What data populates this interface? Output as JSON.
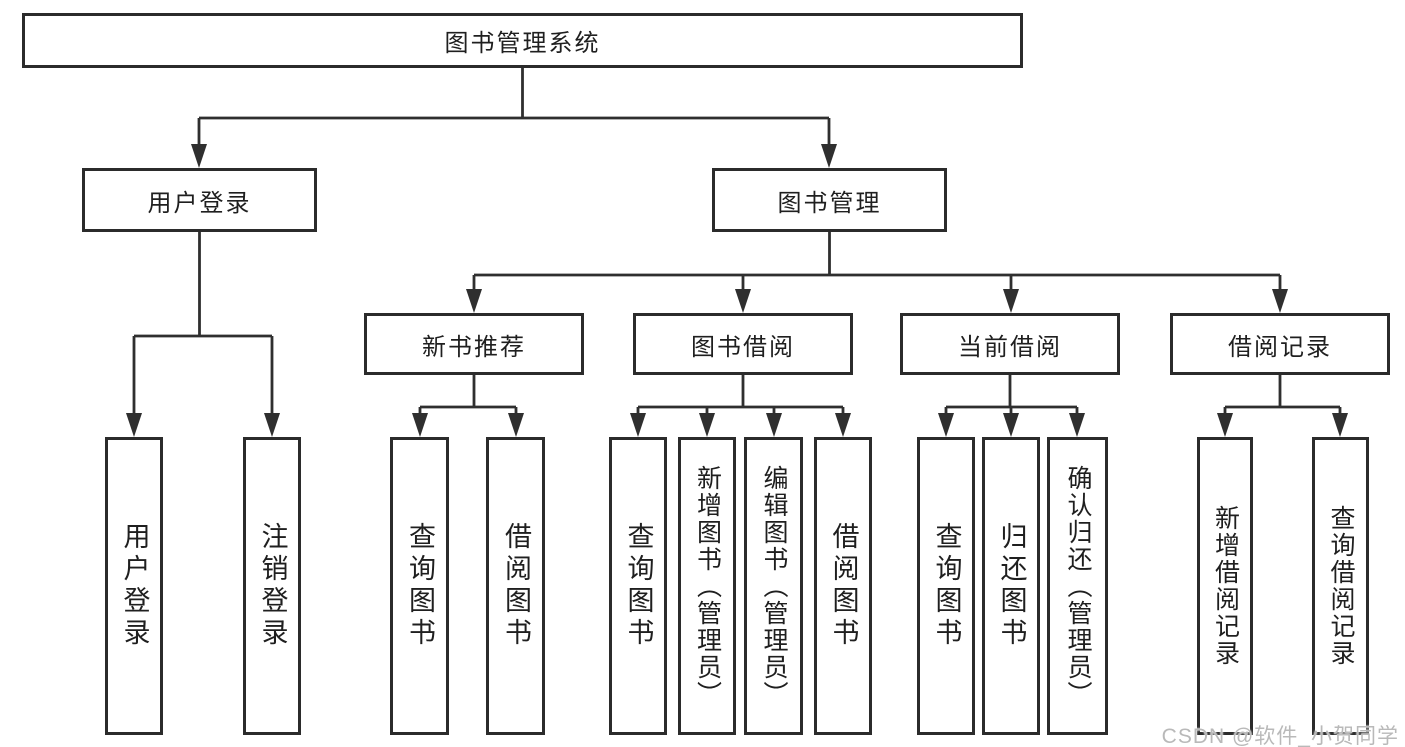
{
  "diagram": {
    "title": "图书管理系统",
    "type": "hierarchy-tree",
    "tree": {
      "label": "图书管理系统",
      "children": [
        {
          "label": "用户登录",
          "children": [
            {
              "label": "用户登录"
            },
            {
              "label": "注销登录"
            }
          ]
        },
        {
          "label": "图书管理",
          "children": [
            {
              "label": "新书推荐",
              "children": [
                {
                  "label": "查询图书"
                },
                {
                  "label": "借阅图书"
                }
              ]
            },
            {
              "label": "图书借阅",
              "children": [
                {
                  "label": "查询图书"
                },
                {
                  "label": "新增图书（管理员）"
                },
                {
                  "label": "编辑图书（管理员）"
                },
                {
                  "label": "借阅图书"
                }
              ]
            },
            {
              "label": "当前借阅",
              "children": [
                {
                  "label": "查询图书"
                },
                {
                  "label": "归还图书"
                },
                {
                  "label": "确认归还（管理员）"
                }
              ]
            },
            {
              "label": "借阅记录",
              "children": [
                {
                  "label": "新增借阅记录"
                },
                {
                  "label": "查询借阅记录"
                }
              ]
            }
          ]
        }
      ]
    }
  },
  "watermark": "CSDN @软件_小贺同学",
  "colors": {
    "line": "#2f2f2f",
    "box_border": "#2b2b2b",
    "text": "#1f1f1f",
    "background": "#ffffff",
    "watermark": "#b9b9b9"
  }
}
